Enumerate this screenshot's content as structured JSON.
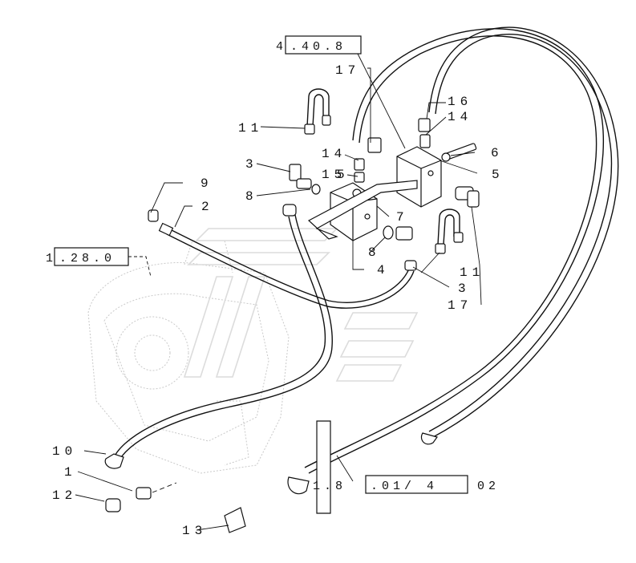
{
  "labels": {
    "l2": "2",
    "l3a": "3",
    "l3b": "3",
    "l4a": "4",
    "l4b": "4",
    "l5a": "5",
    "l5b": "5",
    "l6": "6",
    "l7": "7",
    "l8a": "8",
    "l8b": "8",
    "l9": "9",
    "l10": "10",
    "l11a": "11",
    "l11b": "11",
    "l12": "12",
    "l13": "13",
    "l14a": "14",
    "l14b": "14",
    "l15": "15",
    "l16": "16",
    "l17a": "17",
    "l17b": "17",
    "l1": "1"
  },
  "references": {
    "r1_prefix": "4",
    "r1_box": ".40.8",
    "r2_prefix": "1",
    "r2_box": ".28.0",
    "r3_prefix": "1.8",
    "r3_box": ".01/ 4",
    "r3_suffix": "02"
  }
}
